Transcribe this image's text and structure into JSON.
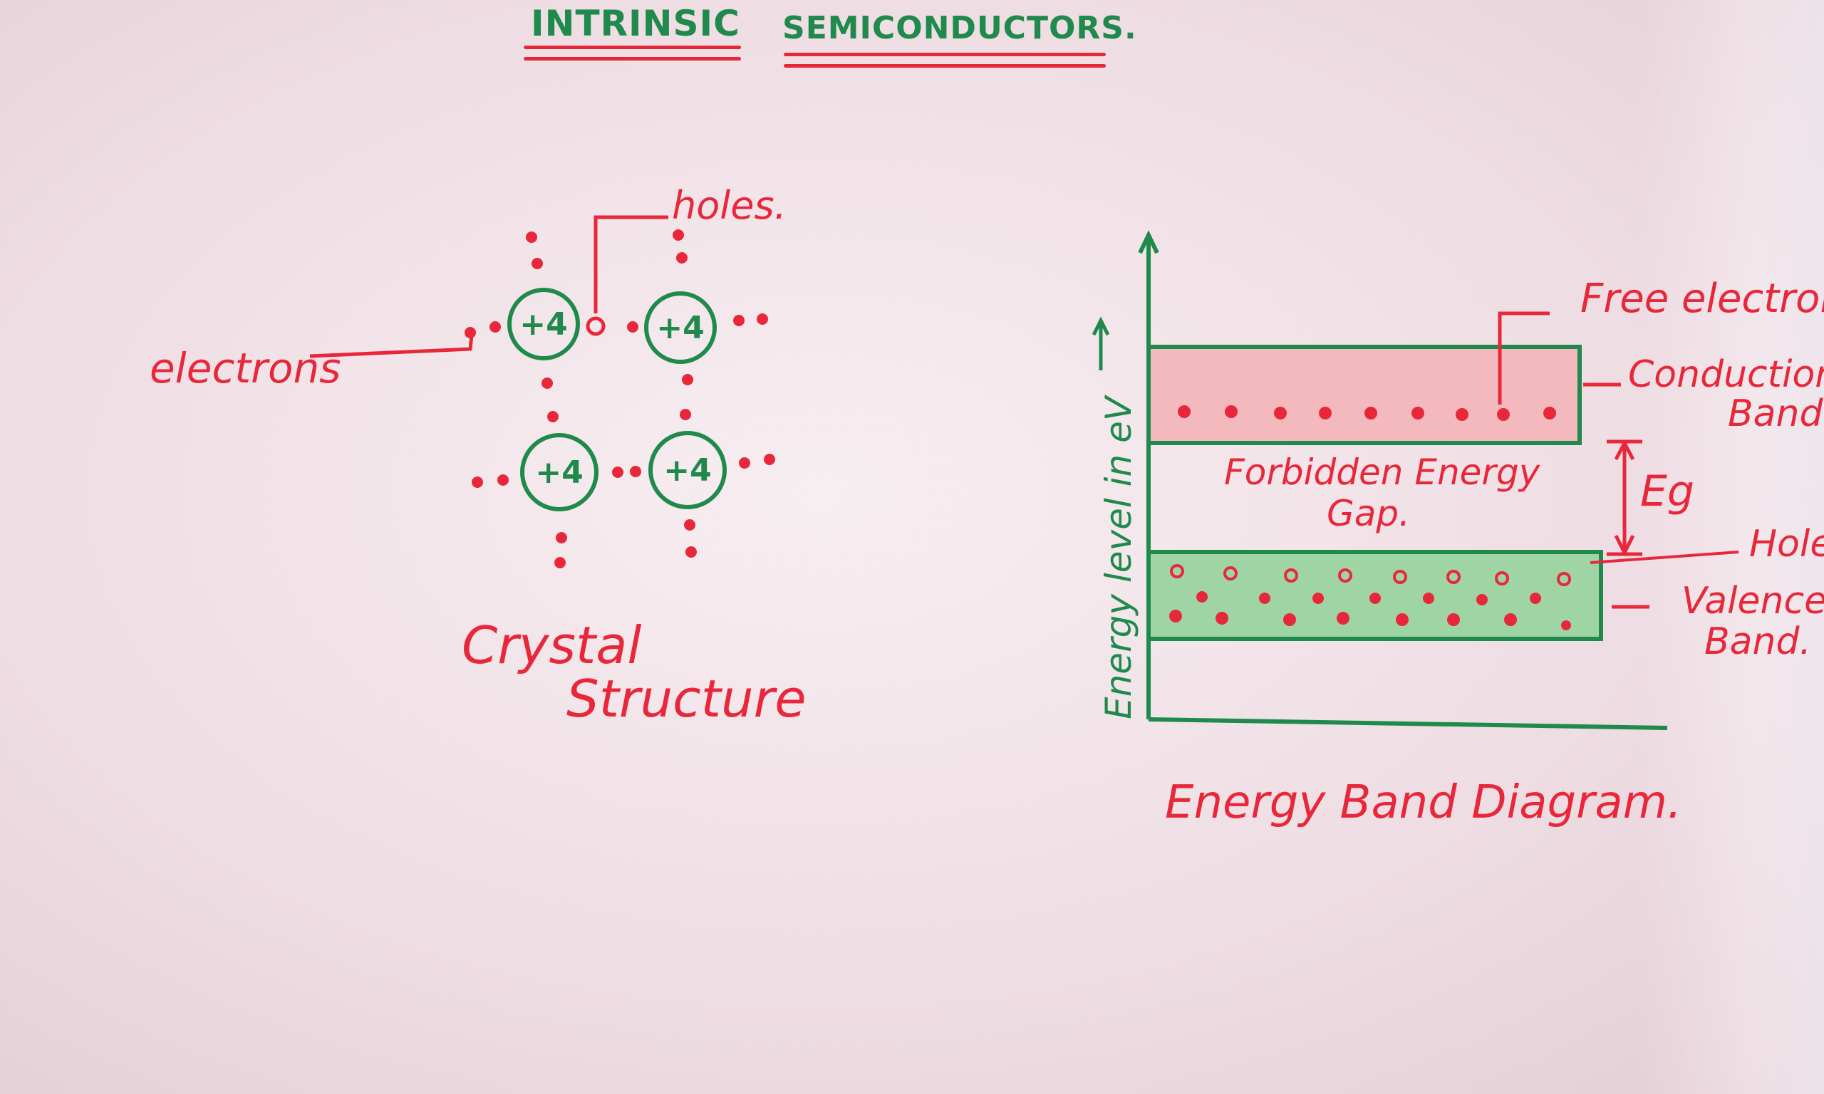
{
  "title": {
    "word1": "INTRINSIC",
    "word2": "SEMICONDUCTORS."
  },
  "crystal": {
    "atom_label": "+4",
    "label_holes": "holes.",
    "label_electrons": "electrons",
    "caption_line1": "Crystal",
    "caption_line2": "Structure"
  },
  "band_diagram": {
    "y_axis_label": "Energy level in eV",
    "label_free_electrons": "Free electrons",
    "label_conduction_1": "Conduction",
    "label_conduction_2": "Band",
    "label_forbidden_1": "Forbidden Energy",
    "label_forbidden_2": "Gap.",
    "label_eg": "Eg",
    "label_holes": "Holes",
    "label_valence_1": "Valence",
    "label_valence_2": "Band.",
    "caption": "Energy Band Diagram."
  },
  "colors": {
    "red_ink": "#e8283a",
    "green_ink": "#1f8a4c",
    "conduction_fill": "#f4b9bd",
    "valence_fill": "#9fd4a4"
  }
}
